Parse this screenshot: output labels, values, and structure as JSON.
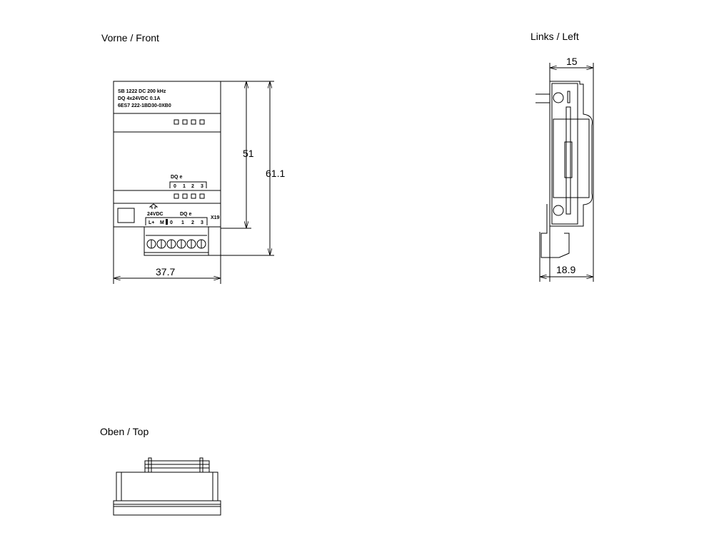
{
  "views": {
    "front": {
      "title": "Vorne / Front",
      "label_lines": [
        "SB 1222 DC 200 kHz",
        "DQ 4x24VDC 0.1A",
        "6ES7 222-1BD30-0XB0"
      ],
      "dq_label": "DQ e",
      "dq_channels": [
        "0",
        "1",
        "2",
        "3"
      ],
      "supply_label": "24VDC",
      "terminal_labels": [
        "L+",
        "M",
        "0",
        "1",
        "2",
        "3"
      ],
      "connector_label": "X19",
      "dim_height_inner": "51",
      "dim_height_total": "61.1",
      "dim_width": "37.7"
    },
    "left": {
      "title": "Links / Left",
      "dim_top": "15",
      "dim_bottom": "18.9"
    },
    "top": {
      "title": "Oben / Top"
    }
  }
}
